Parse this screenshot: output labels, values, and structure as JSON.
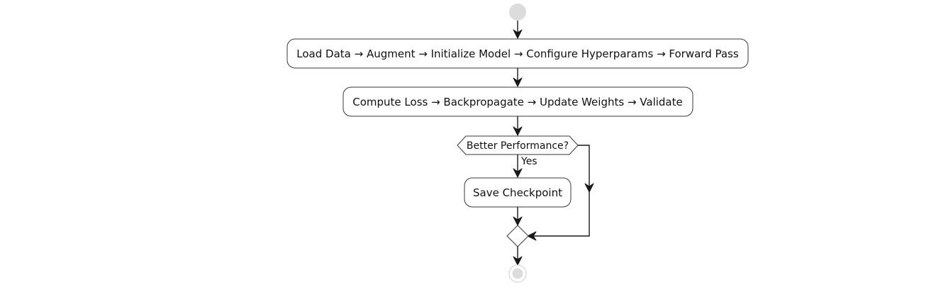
{
  "diagram": {
    "nodes": {
      "load_data_chain": "Load Data → Augment → Initialize Model → Configure Hyperparams → Forward Pass",
      "compute_loss_chain": "Compute Loss → Backpropagate → Update Weights → Validate",
      "decision": "Better Performance?",
      "save_checkpoint": "Save Checkpoint"
    },
    "guards": {
      "yes": "Yes"
    }
  }
}
